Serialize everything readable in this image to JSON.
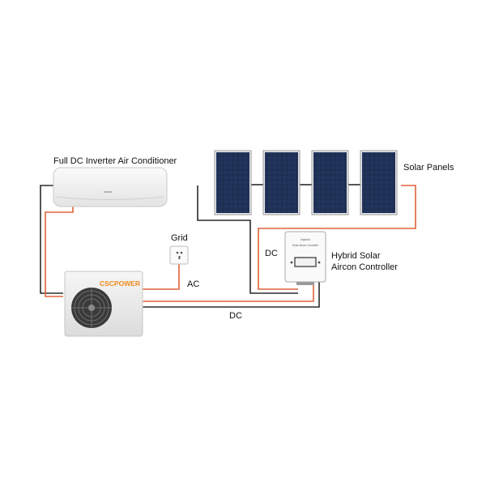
{
  "labels": {
    "indoor_unit": "Full DC Inverter Air Conditioner",
    "solar_panels": "Solar Panels",
    "grid": "Grid",
    "dc_top": "DC",
    "controller_line1": "Hybrid Solar",
    "controller_line2": "Aircon Controller",
    "ac": "AC",
    "dc_bottom": "DC"
  },
  "outdoor_unit": {
    "brand": "CSCPOWER"
  },
  "controller": {
    "screen_caption": "Hybrid",
    "screen_caption2": "Solar Aircon Controller"
  },
  "colors": {
    "wire_black": "#2b2b2b",
    "wire_orange": "#e0623a",
    "panel_blue": "#1b2a4a",
    "brand_orange": "#f08a1c"
  },
  "panel_count": 4
}
